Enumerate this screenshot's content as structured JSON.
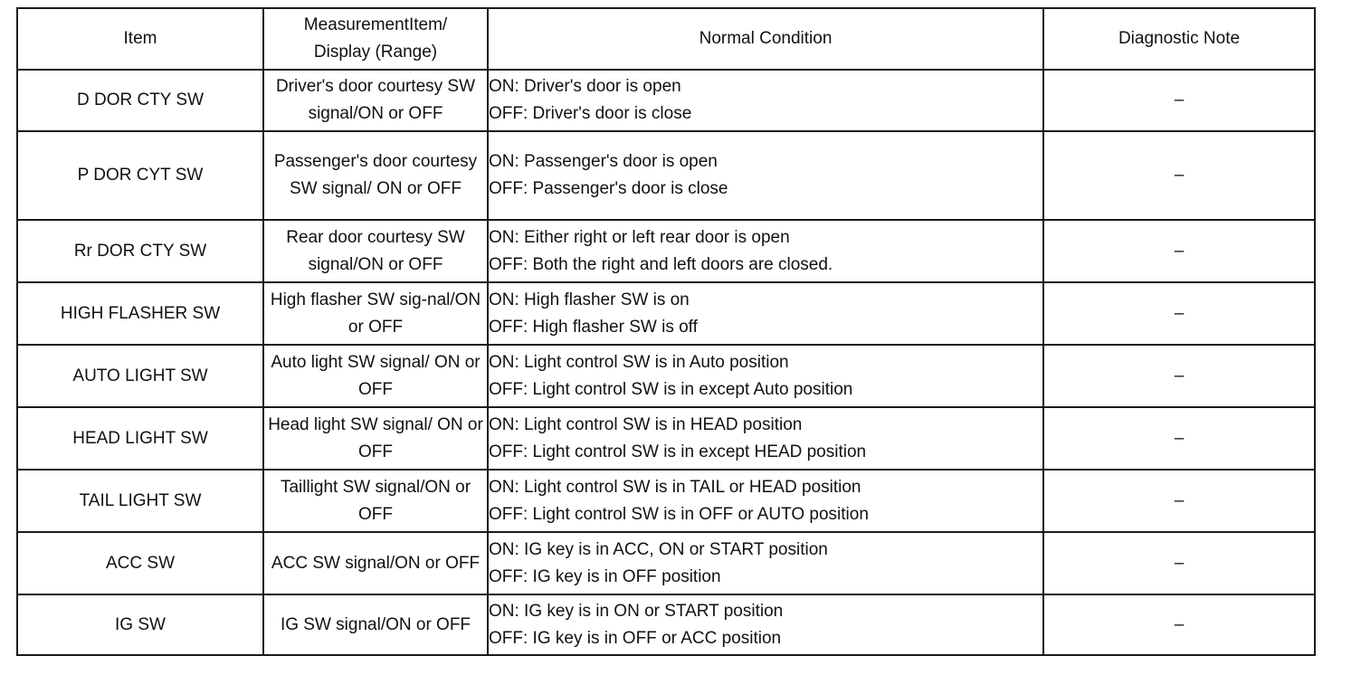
{
  "table": {
    "headers": {
      "item": "Item",
      "measurement_line1": "MeasurementItem/",
      "measurement_line2": "Display (Range)",
      "condition": "Normal Condition",
      "note": "Diagnostic Note"
    },
    "rows": [
      {
        "item": "D DOR CTY SW",
        "measurement": "Driver's door courtesy SW signal/ON or OFF",
        "on": "ON: Driver's door is open",
        "off": "OFF: Driver's door is close",
        "note": "–"
      },
      {
        "item": "P DOR CYT SW",
        "measurement": "Passenger's door courtesy SW signal/ ON or OFF",
        "on": "ON: Passenger's door is open",
        "off": "OFF: Passenger's door is close",
        "note": "–"
      },
      {
        "item": "Rr DOR CTY SW",
        "measurement": "Rear door courtesy SW signal/ON or OFF",
        "on": "ON: Either right or left rear door is open",
        "off": "OFF: Both the right and left doors are closed.",
        "note": "–"
      },
      {
        "item": "HIGH FLASHER SW",
        "measurement": "High flasher SW sig-nal/ON or OFF",
        "on": "ON: High flasher SW is on",
        "off": "OFF: High flasher SW is off",
        "note": "–"
      },
      {
        "item": "AUTO LIGHT SW",
        "measurement": "Auto light SW signal/ ON or OFF",
        "on": "ON: Light control SW is in Auto position",
        "off": "OFF: Light control SW is in except Auto position",
        "note": "–"
      },
      {
        "item": "HEAD LIGHT SW",
        "measurement": "Head light SW signal/ ON or OFF",
        "on": "ON: Light control SW is in HEAD position",
        "off": "OFF: Light control SW is in except HEAD position",
        "note": "–"
      },
      {
        "item": "TAIL LIGHT SW",
        "measurement": "Taillight SW signal/ON or OFF",
        "on": "ON: Light control SW is in TAIL or HEAD position",
        "off": "OFF: Light control SW is in OFF or AUTO position",
        "note": "–"
      },
      {
        "item": "ACC SW",
        "measurement": "ACC SW signal/ON or OFF",
        "on": "ON: IG key is in ACC, ON or START position",
        "off": "OFF: IG key is in OFF position",
        "note": "–"
      },
      {
        "item": "IG SW",
        "measurement": "IG SW signal/ON or OFF",
        "on": "ON: IG key is in ON or START position",
        "off": "OFF: IG key is in OFF or ACC position",
        "note": "–"
      }
    ]
  }
}
